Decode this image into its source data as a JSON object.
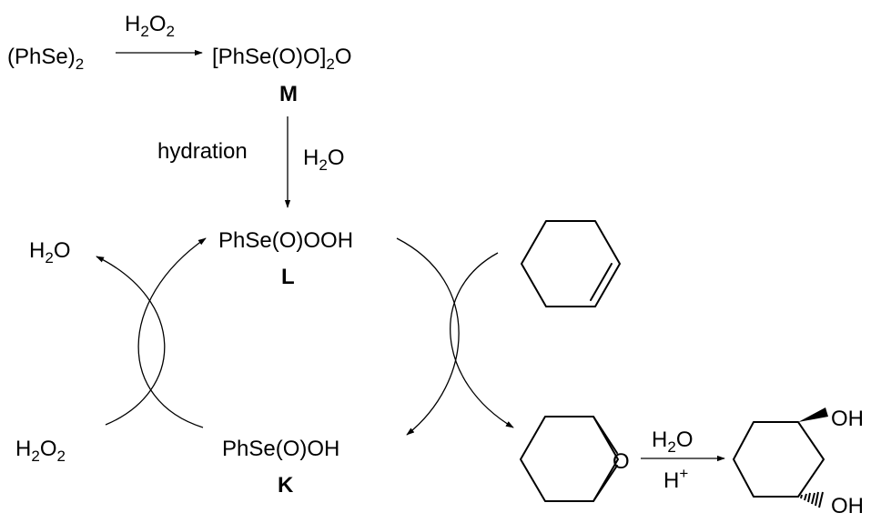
{
  "reaction_scheme": {
    "top_reaction": {
      "reactant": {
        "main": "(PhSe)",
        "sub": "2"
      },
      "reagent": {
        "main": "H",
        "sub": "2",
        "tail": "O",
        "sub2": "2"
      },
      "product": {
        "pre": "[PhSe(O)O]",
        "sub": "2",
        "post": "O"
      },
      "product_label": "M"
    },
    "hydration_step": {
      "left_label": "hydration",
      "reagent": {
        "main": "H",
        "sub": "2",
        "tail": "O"
      }
    },
    "cycle": {
      "L": {
        "formula": "PhSe(O)OOH",
        "label": "L"
      },
      "K": {
        "formula": "PhSe(O)OH",
        "label": "K"
      },
      "water_out": {
        "main": "H",
        "sub": "2",
        "tail": "O"
      },
      "peroxide_in": {
        "main": "H",
        "sub": "2",
        "tail": "O",
        "sub2": "2"
      }
    },
    "substrate": {
      "name": "cyclohexene"
    },
    "epoxide": {
      "name": "cyclohexene-oxide",
      "oxygen": "O"
    },
    "final_step": {
      "reagent_top": {
        "main": "H",
        "sub": "2",
        "tail": "O"
      },
      "reagent_bottom": {
        "main": "H",
        "sup": "+"
      }
    },
    "product_diol": {
      "name": "trans-cyclohexane-1,2-diol",
      "oh_top": "OH",
      "oh_bottom": "OH"
    }
  }
}
